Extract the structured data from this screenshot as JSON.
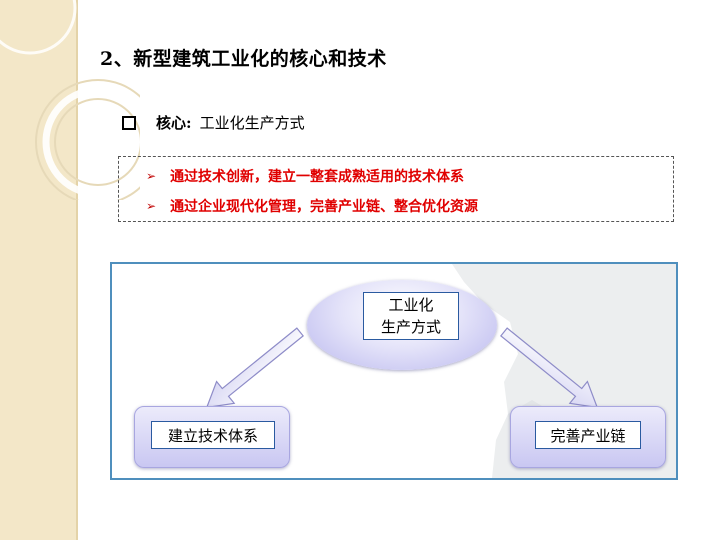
{
  "slide": {
    "title": "2、新型建筑工业化的核心和技术",
    "core": {
      "label": "核心",
      "separator": ":",
      "value": "工业化生产方式"
    },
    "highlights": [
      "通过技术创新，建立一整套成熟适用的技术体系",
      "通过企业现代化管理，完善产业链、整合优化资源"
    ]
  },
  "diagram": {
    "center": {
      "line1": "工业化",
      "line2": "生产方式"
    },
    "left": "建立技术体系",
    "right": "完善产业链"
  },
  "colors": {
    "accent_red": "#e00000",
    "frame_blue": "#4f8fbd",
    "node_purple": "#c9c7f2",
    "band_beige": "#f3e7c8"
  },
  "icons": {
    "core_bullet": "square-bullet-icon",
    "highlight_bullet": "arrowhead-bullet-icon"
  }
}
